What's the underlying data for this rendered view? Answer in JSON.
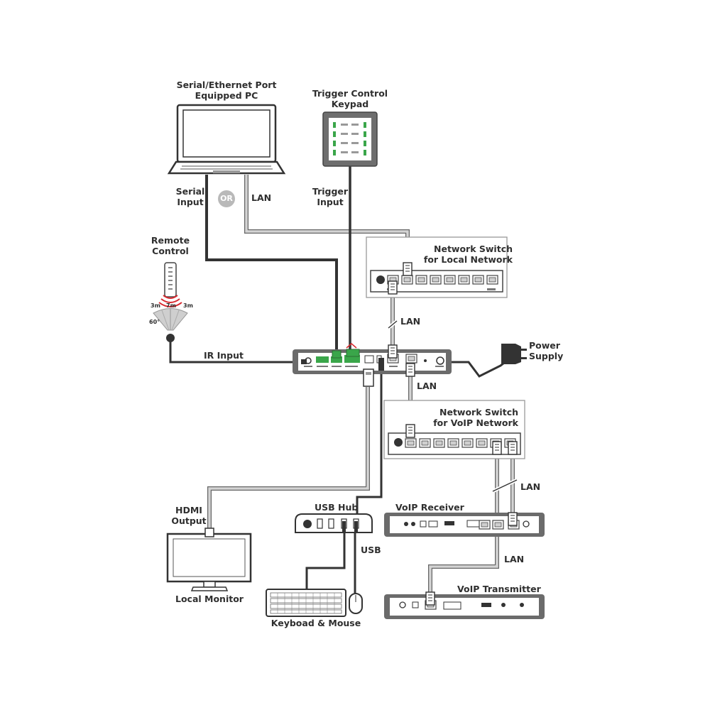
{
  "labels": {
    "pc": [
      "Serial/Ethernet Port",
      "Equipped PC"
    ],
    "keypad": [
      "Trigger Control",
      "Keypad"
    ],
    "serial_input": [
      "Serial",
      "Input"
    ],
    "or": "OR",
    "lan_pc": "LAN",
    "trigger_input": [
      "Trigger",
      "Input"
    ],
    "remote": [
      "Remote",
      "Control"
    ],
    "ir_3m_left": "3m",
    "ir_7m": "7m",
    "ir_3m_right": "3m",
    "ir_60": "60°",
    "switch_local": [
      "Network Switch",
      "for Local Network"
    ],
    "lan_local": "LAN",
    "ir_input": "IR Input",
    "power": [
      "Power",
      "Supply"
    ],
    "lan_voip": "LAN",
    "switch_voip": [
      "Network Switch",
      "for VoIP Network"
    ],
    "lan_receiver": "LAN",
    "hdmi": [
      "HDMI",
      "Output"
    ],
    "usb_hub": "USB Hub",
    "voip_receiver": "VoIP Receiver",
    "usb": "USB",
    "lan_transmitter": "LAN",
    "monitor": "Local Monitor",
    "voip_transmitter": "VoIP Transmitter",
    "keyboard_mouse": "Keyboad & Mouse"
  },
  "colors": {
    "cable_dark": "#333333",
    "cable_light": "#b5b5b5",
    "device_outline": "#555555",
    "device_panel": "#6b6b6b",
    "terminal_green": "#3aa64a",
    "ir_red": "#d8292f"
  }
}
